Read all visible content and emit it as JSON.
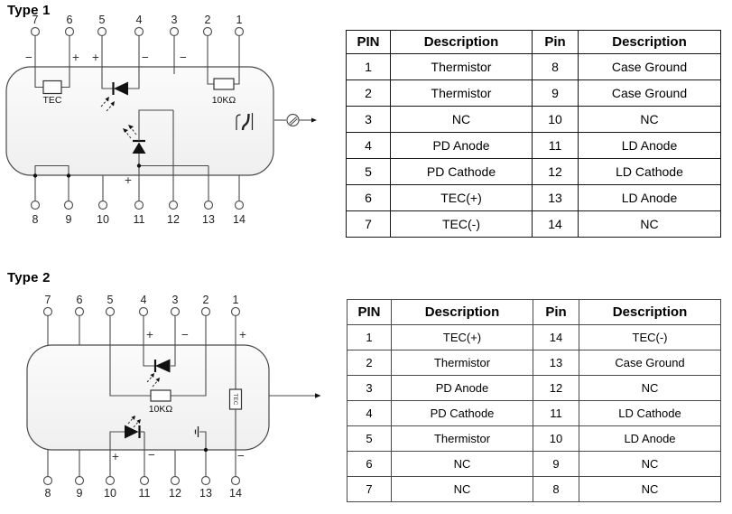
{
  "colors": {
    "diagram_line": "#4a4a4a",
    "package_fill": "#f6f6f6",
    "table1_border": "#151515",
    "table2_border": "#4a4a4a"
  },
  "type1": {
    "title": "Type 1",
    "pins_top": [
      "7",
      "6",
      "5",
      "4",
      "3",
      "2",
      "1"
    ],
    "pins_bottom": [
      "8",
      "9",
      "10",
      "11",
      "12",
      "13",
      "14"
    ],
    "polarity_top": [
      "−",
      "+",
      "+",
      "−",
      "−"
    ],
    "ld_plus": "+",
    "components": {
      "tec": "TEC",
      "thermistor": "10KΩ"
    },
    "table": {
      "headers": [
        "PIN",
        "Description",
        "Pin",
        "Description"
      ],
      "rows": [
        [
          "1",
          "Thermistor",
          "8",
          "Case Ground"
        ],
        [
          "2",
          "Thermistor",
          "9",
          "Case Ground"
        ],
        [
          "3",
          "NC",
          "10",
          "NC"
        ],
        [
          "4",
          "PD Anode",
          "11",
          "LD Anode"
        ],
        [
          "5",
          "PD Cathode",
          "12",
          "LD Cathode"
        ],
        [
          "6",
          "TEC(+)",
          "13",
          "LD Anode"
        ],
        [
          "7",
          "TEC(-)",
          "14",
          "NC"
        ]
      ]
    }
  },
  "type2": {
    "title": "Type 2",
    "pins_top": [
      "7",
      "6",
      "5",
      "4",
      "3",
      "2",
      "1"
    ],
    "pins_bottom": [
      "8",
      "9",
      "10",
      "11",
      "12",
      "13",
      "14"
    ],
    "polarity_top": [
      "+",
      "−",
      "+"
    ],
    "polarity_bottom": [
      "+",
      "−",
      "−"
    ],
    "components": {
      "tec": "TEC",
      "thermistor": "10KΩ"
    },
    "table": {
      "headers": [
        "PIN",
        "Description",
        "Pin",
        "Description"
      ],
      "rows": [
        [
          "1",
          "TEC(+)",
          "14",
          "TEC(-)"
        ],
        [
          "2",
          "Thermistor",
          "13",
          "Case Ground"
        ],
        [
          "3",
          "PD Anode",
          "12",
          "NC"
        ],
        [
          "4",
          "PD Cathode",
          "11",
          "LD Cathode"
        ],
        [
          "5",
          "Thermistor",
          "10",
          "LD Anode"
        ],
        [
          "6",
          "NC",
          "9",
          "NC"
        ],
        [
          "7",
          "NC",
          "8",
          "NC"
        ]
      ]
    }
  }
}
